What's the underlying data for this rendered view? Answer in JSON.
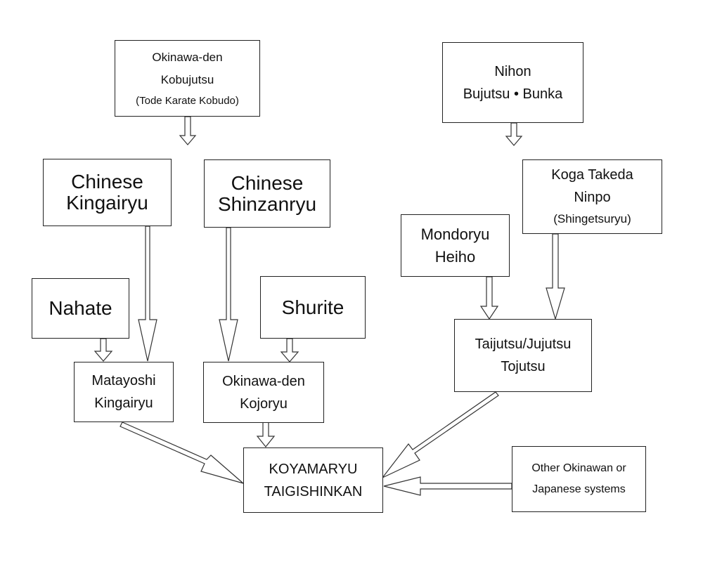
{
  "nodes": {
    "okinawa_kobujutsu": {
      "line1": "Okinawa-den",
      "line2": "Kobujutsu",
      "line3": "(Tode Karate Kobudo)"
    },
    "nihon_bujutsu": {
      "line1": "Nihon",
      "line2": "Bujutsu • Bunka"
    },
    "chinese_kingairyu": {
      "line1": "Chinese",
      "line2": "Kingairyu"
    },
    "chinese_shinzanryu": {
      "line1": "Chinese",
      "line2": "Shinzanryu"
    },
    "koga_takeda": {
      "line1": "Koga Takeda",
      "line2": "Ninpo",
      "line3": "(Shingetsuryu)"
    },
    "mondoryu_heiho": {
      "line1": "Mondoryu",
      "line2": "Heiho"
    },
    "nahate": {
      "line1": "Nahate"
    },
    "shurite": {
      "line1": "Shurite"
    },
    "taijutsu": {
      "line1": "Taijutsu/Jujutsu",
      "line2": "Tojutsu"
    },
    "matayoshi": {
      "line1": "Matayoshi",
      "line2": "Kingairyu"
    },
    "okinawa_kojoryu": {
      "line1": "Okinawa-den",
      "line2": "Kojoryu"
    },
    "koyamaryu": {
      "line1": "KOYAMARYU",
      "line2": "TAIGISHINKAN"
    },
    "other_systems": {
      "line1": "Other Okinawan or",
      "line2": "Japanese systems"
    }
  },
  "edges": [
    {
      "from": "okinawa_kobujutsu",
      "to": "chinese_kingairyu/chinese_shinzanryu"
    },
    {
      "from": "nihon_bujutsu",
      "to": "koga_takeda/mondoryu_heiho"
    },
    {
      "from": "chinese_kingairyu",
      "to": "matayoshi"
    },
    {
      "from": "nahate",
      "to": "matayoshi"
    },
    {
      "from": "chinese_shinzanryu",
      "to": "okinawa_kojoryu"
    },
    {
      "from": "shurite",
      "to": "okinawa_kojoryu"
    },
    {
      "from": "mondoryu_heiho",
      "to": "taijutsu"
    },
    {
      "from": "koga_takeda",
      "to": "taijutsu"
    },
    {
      "from": "matayoshi",
      "to": "koyamaryu"
    },
    {
      "from": "okinawa_kojoryu",
      "to": "koyamaryu"
    },
    {
      "from": "taijutsu",
      "to": "koyamaryu"
    },
    {
      "from": "other_systems",
      "to": "koyamaryu"
    }
  ]
}
